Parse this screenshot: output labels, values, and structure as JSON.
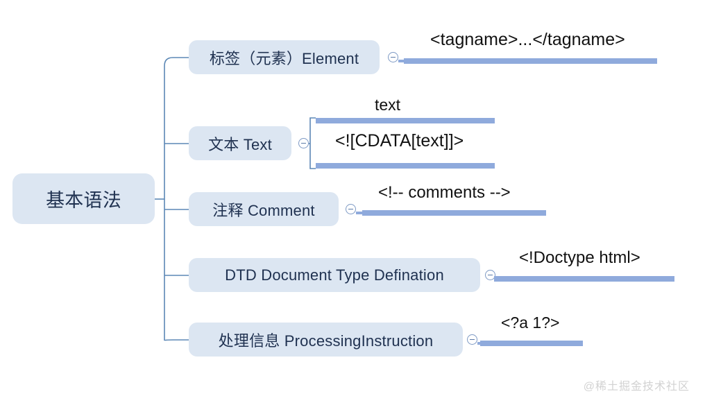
{
  "diagram": {
    "type": "mind-map",
    "root": {
      "label": "基本语法"
    },
    "branches": [
      {
        "id": "element",
        "label": "标签（元素）Element",
        "toggle": "collapse-toggle-icon",
        "annotations": [
          {
            "text": "<tagname>...</tagname>"
          }
        ]
      },
      {
        "id": "text",
        "label": "文本 Text",
        "toggle": "collapse-toggle-icon",
        "annotations": [
          {
            "text": "text"
          },
          {
            "text": "<![CDATA[text]]>"
          }
        ]
      },
      {
        "id": "comment",
        "label": "注释 Comment",
        "toggle": "collapse-toggle-icon",
        "annotations": [
          {
            "text": "<!-- comments -->"
          }
        ]
      },
      {
        "id": "dtd",
        "label": "DTD Document Type Defination",
        "toggle": "collapse-toggle-icon",
        "annotations": [
          {
            "text": "<!Doctype html>"
          }
        ]
      },
      {
        "id": "pi",
        "label": "处理信息 ProcessingInstruction",
        "toggle": "collapse-toggle-icon",
        "annotations": [
          {
            "text": "<?a 1?>"
          }
        ]
      }
    ]
  },
  "watermark": {
    "text": "@稀土掘金技术社区"
  },
  "colors": {
    "node_fill": "#dce6f2",
    "node_text": "#1f3150",
    "connector": "#5b87b5",
    "bar": "#8faadc",
    "annotation_text": "#111111",
    "watermark": "#d2d2d2",
    "background": "#ffffff"
  }
}
